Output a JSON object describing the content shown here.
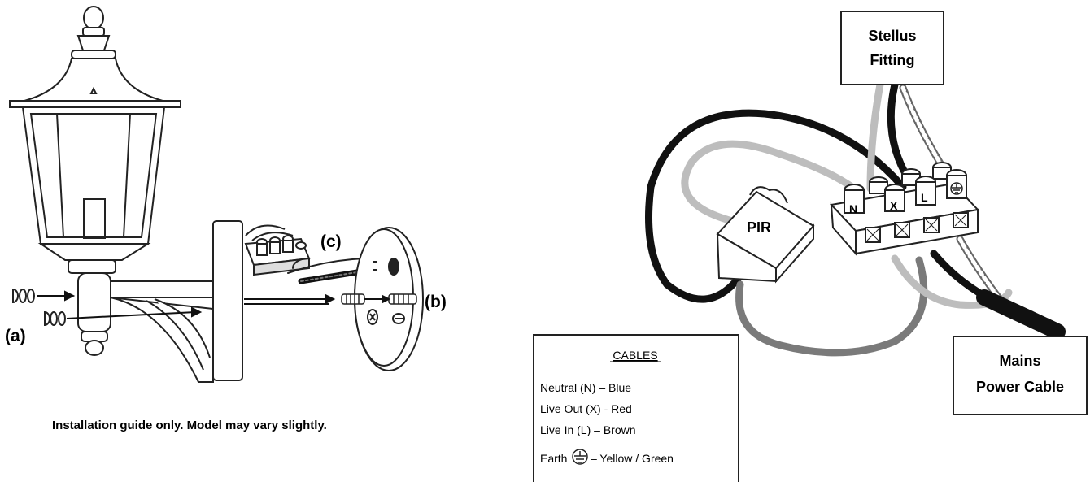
{
  "left_diagram": {
    "labels": {
      "a": "(a)",
      "b": "(b)",
      "c": "(c)"
    },
    "caption": "Installation guide only. Model may vary slightly."
  },
  "right_diagram": {
    "stellus_line1": "Stellus",
    "stellus_line2": "Fitting",
    "mains_line1": "Mains",
    "mains_line2": "Power Cable",
    "pir": "PIR",
    "terminals": {
      "n": "N",
      "x": "X",
      "l": "L"
    },
    "cables": {
      "title": "CABLES",
      "neutral": "Neutral (N) – Blue",
      "live_out": "Live Out (X) - Red",
      "live_in": "Live In (L) – Brown",
      "earth_prefix": "Earth",
      "earth_suffix": "– Yellow / Green"
    }
  },
  "colors": {
    "black_wire": "#111111",
    "grey_wire": "#bdbdbd",
    "dark_grey_wire": "#7a7a7a",
    "outline": "#222222"
  }
}
